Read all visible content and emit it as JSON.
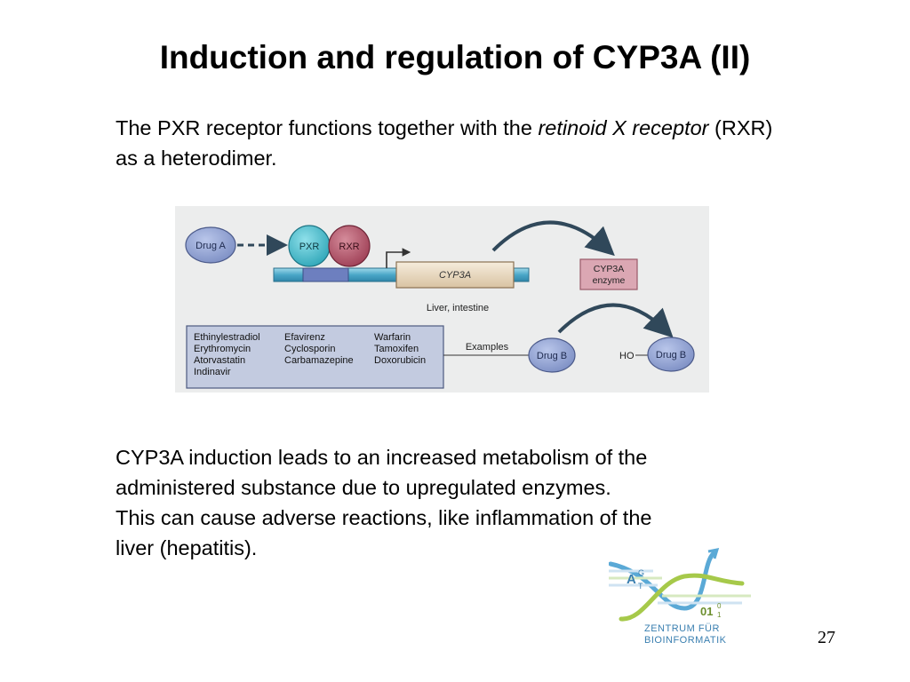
{
  "slide": {
    "title": "Induction and regulation of CYP3A (II)",
    "para1": {
      "part1": "The PXR receptor functions together with the ",
      "italic": "retinoid X receptor",
      "part2": " (RXR) as a heterodimer."
    },
    "para2": {
      "lines": [
        "CYP3A induction leads to an increased metabolism of the",
        "administered substance due to upregulated enzymes.",
        "This can cause adverse reactions, like inflammation of the",
        "liver (hepatitis)."
      ]
    },
    "page_number": "27"
  },
  "figure": {
    "drug_a": "Drug A",
    "pxr": "PXR",
    "rxr": "RXR",
    "gene": "CYP3A",
    "enzyme_line1": "CYP3A",
    "enzyme_line2": "enzyme",
    "tissue": "Liver, intestine",
    "examples_label": "Examples",
    "drug_b": "Drug B",
    "drug_b_metabolite": "Drug B",
    "ho": "HO",
    "drugs_col1": [
      "Ethinylestradiol",
      "Erythromycin",
      "Atorvastatin",
      "Indinavir"
    ],
    "drugs_col2": [
      "Efavirenz",
      "Cyclosporin",
      "Carbamazepine"
    ],
    "drugs_col3": [
      "Warfarin",
      "Tamoxifen",
      "Doxorubicin"
    ],
    "colors": {
      "background": "#eceded",
      "drug_node": "#8ea0d1",
      "pxr": "#4eb9c8",
      "rxr": "#b55b6d",
      "dna": "#4aa7c8",
      "gene_box": "#e7d6bc",
      "enzyme_box": "#dba7b3",
      "arrow": "#30485a",
      "examples_box": "#c3cbe0"
    }
  },
  "logo": {
    "text_line1": "ZENTRUM FÜR",
    "text_line2": "BIOINFORMATIK",
    "glyph_top": "A",
    "glyph_sup": "G",
    "glyph_sub": "T",
    "glyph_bits": "01",
    "glyph_bits_sup": "0",
    "glyph_bits_sub": "1"
  }
}
